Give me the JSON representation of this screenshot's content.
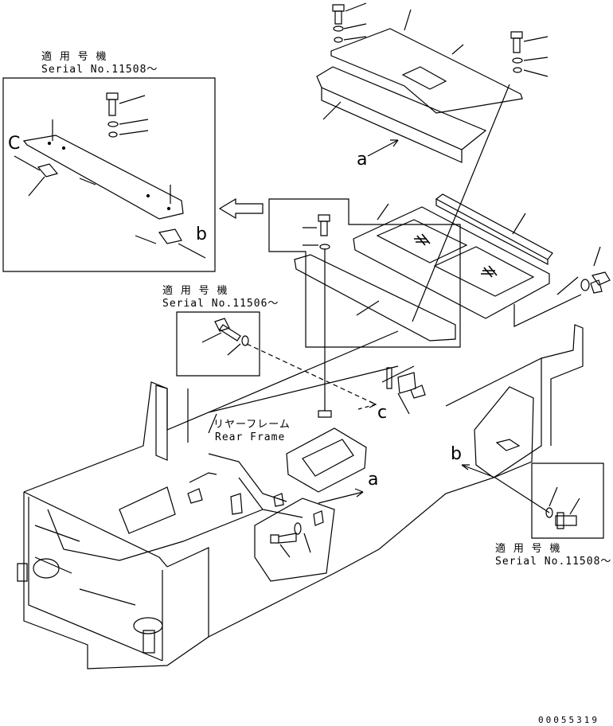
{
  "serial_notes": {
    "top_left": {
      "line1": "適 用 号 機",
      "line2": "Serial No.11508～"
    },
    "middle": {
      "line1": "適 用 号 機",
      "line2": "Serial No.11506～"
    },
    "bottom_right": {
      "line1": "適 用 号 機",
      "line2": "Serial No.11508～"
    }
  },
  "rear_frame_label": {
    "jp": "リヤーフレーム",
    "en": "Rear Frame"
  },
  "callout_letters": {
    "a_upper": "a",
    "a_lower": "a",
    "b_inset": "b",
    "b_frame": "b",
    "c_inset": "C",
    "c_frame": "c"
  },
  "drawing_number": "00055319"
}
